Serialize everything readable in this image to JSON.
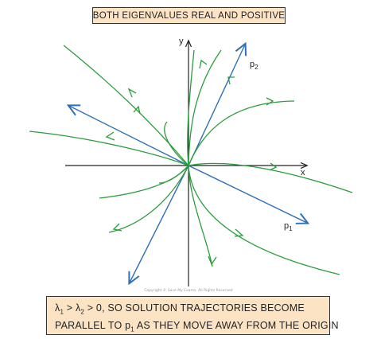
{
  "title": "BOTH EIGENVALUES REAL AND POSITIVE",
  "axes": {
    "x_label": "x",
    "y_label": "y"
  },
  "eigenvectors": {
    "p1": {
      "label": "p",
      "subscript": "1"
    },
    "p2": {
      "label": "p",
      "subscript": "2"
    }
  },
  "caption": {
    "line1_sym1": "λ",
    "line1_sub1": "1",
    "line1_gt1": " > ",
    "line1_sym2": "λ",
    "line1_sub2": "2",
    "line1_rest": " > 0, SO SOLUTION TRAJECTORIES BECOME",
    "line2_pre": "PARALLEL TO p",
    "line2_sub": "1",
    "line2_rest": " AS THEY MOVE AWAY FROM THE ORIGIN"
  },
  "copyright": "Copyright © Save My Exams. All Rights Reserved",
  "colors": {
    "trajectory": "#2a9d3c",
    "eigenvector": "#2f6fb7",
    "axis": "#222222",
    "box_fill": "#fbe3c4"
  }
}
